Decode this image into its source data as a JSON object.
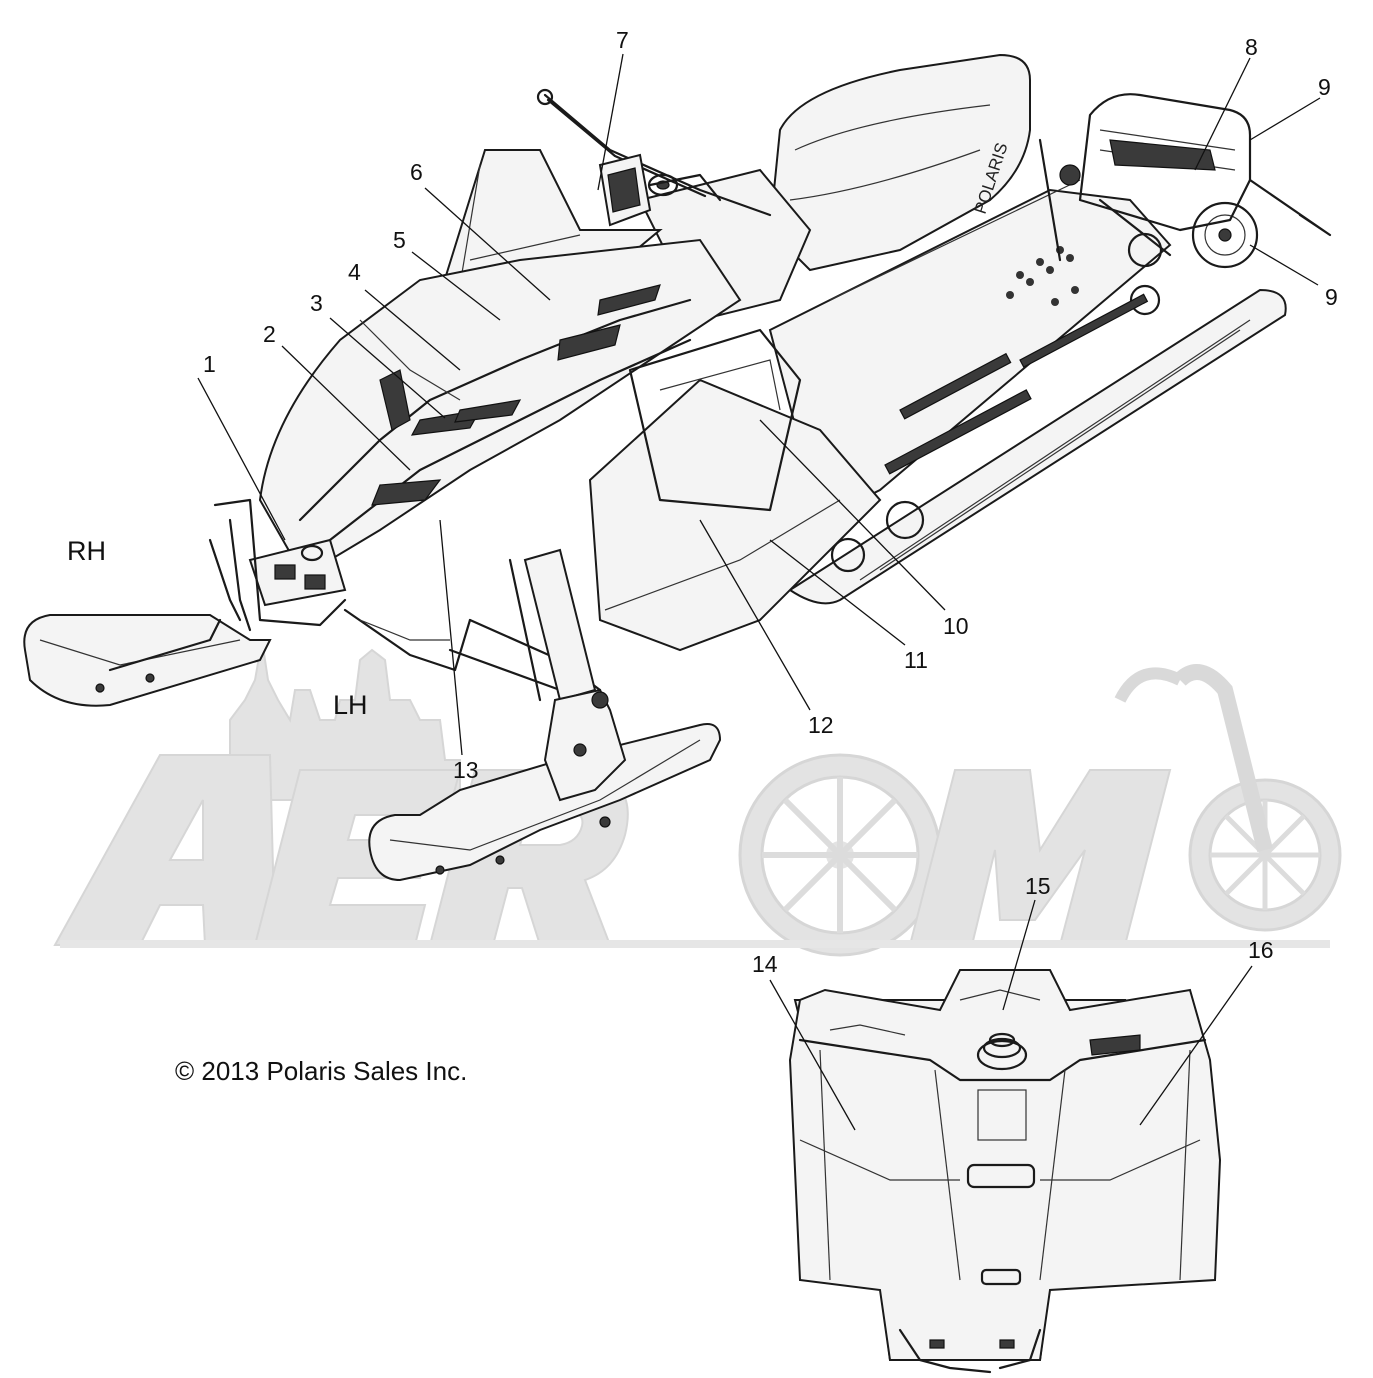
{
  "watermark": {
    "color": "#e3e3e3"
  },
  "labels": {
    "rh": "RH",
    "lh": "LH",
    "copyright": "© 2013 Polaris Sales Inc.",
    "seat_brand": "POLARIS"
  },
  "callouts": [
    {
      "id": "c1",
      "text": "1"
    },
    {
      "id": "c2",
      "text": "2"
    },
    {
      "id": "c3",
      "text": "3"
    },
    {
      "id": "c4",
      "text": "4"
    },
    {
      "id": "c5",
      "text": "5"
    },
    {
      "id": "c6",
      "text": "6"
    },
    {
      "id": "c7",
      "text": "7"
    },
    {
      "id": "c8",
      "text": "8"
    },
    {
      "id": "c9a",
      "text": "9"
    },
    {
      "id": "c9b",
      "text": "9"
    },
    {
      "id": "c10",
      "text": "10"
    },
    {
      "id": "c11",
      "text": "11"
    },
    {
      "id": "c12",
      "text": "12"
    },
    {
      "id": "c13",
      "text": "13"
    },
    {
      "id": "c14",
      "text": "14"
    },
    {
      "id": "c15",
      "text": "15"
    },
    {
      "id": "c16",
      "text": "16"
    }
  ]
}
